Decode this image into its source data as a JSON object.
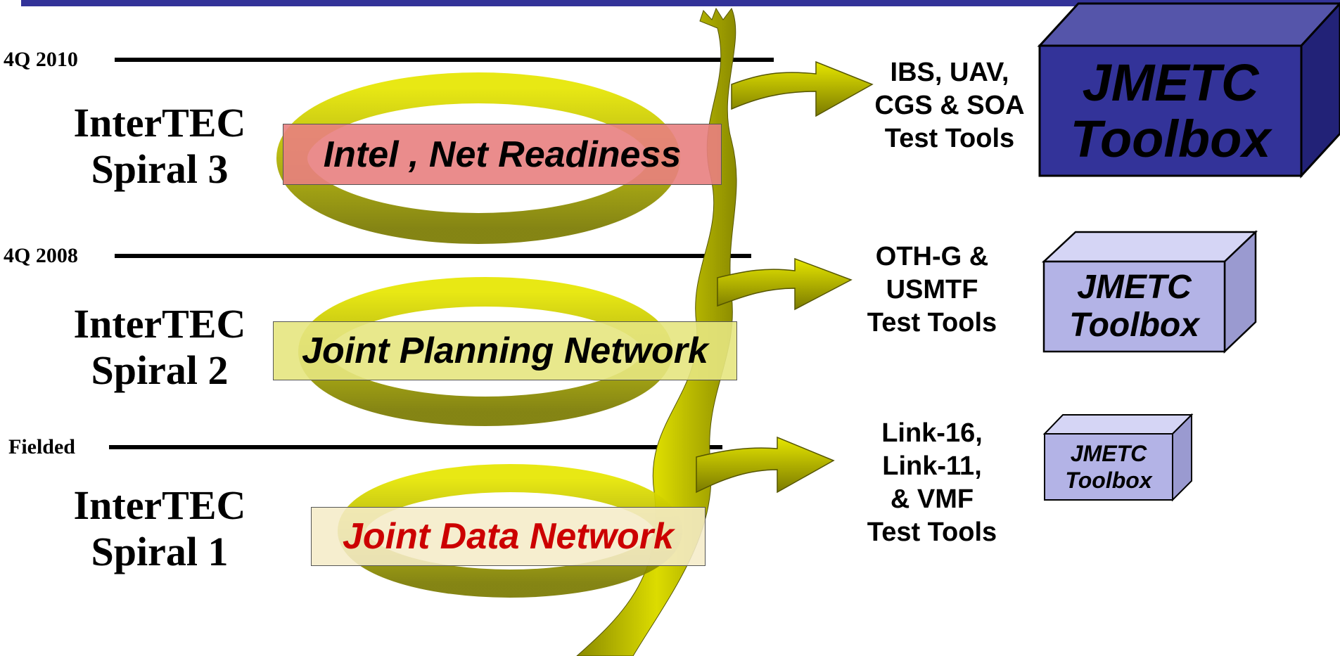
{
  "milestones": [
    {
      "label": "4Q 2010"
    },
    {
      "label": "4Q 2008"
    },
    {
      "label": "Fielded"
    }
  ],
  "spirals": [
    {
      "line1": "InterTEC",
      "line2": "Spiral 3",
      "band": "Intel , Net Readiness",
      "band_color": "#e88080",
      "band_text_color": "#000000",
      "tools": [
        "IBS, UAV,",
        "CGS & SOA",
        "Test Tools"
      ],
      "toolbox": [
        "JMETC",
        "Toolbox"
      ],
      "box_color": "#333399"
    },
    {
      "line1": "InterTEC",
      "line2": "Spiral 2",
      "band": "Joint Planning Network",
      "band_color": "#e6e680",
      "band_text_color": "#000000",
      "tools": [
        "OTH-G &",
        "USMTF",
        "Test Tools"
      ],
      "toolbox": [
        "JMETC",
        "Toolbox"
      ],
      "box_color": "#b3b3e6"
    },
    {
      "line1": "InterTEC",
      "line2": "Spiral 1",
      "band": "Joint Data Network",
      "band_color": "#f5ecc8",
      "band_text_color": "#cc0000",
      "tools": [
        "Link-16,",
        "Link-11,",
        "& VMF",
        "Test Tools"
      ],
      "toolbox": [
        "JMETC",
        "Toolbox"
      ],
      "box_color": "#b3b3e6"
    }
  ],
  "colors": {
    "accent": "#333399",
    "arrow": "#cccc00",
    "arrow_dark": "#7a7a00"
  }
}
